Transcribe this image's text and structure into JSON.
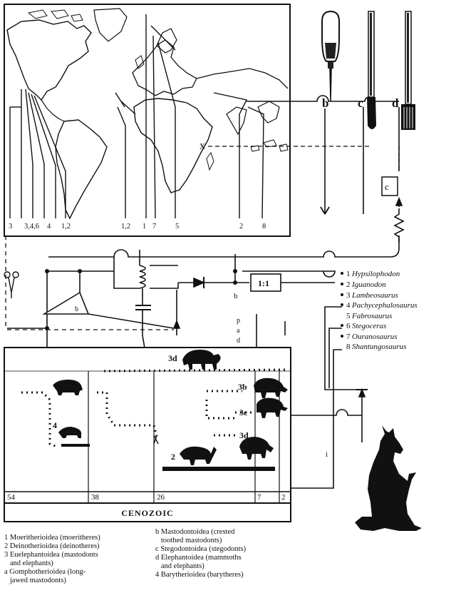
{
  "map": {
    "column_labels": [
      "3",
      "3,4,6",
      "4",
      "1,2",
      "1,2",
      "1",
      "7",
      "5",
      "2",
      "8"
    ],
    "cross_mark": "x"
  },
  "tools": {
    "labels": [
      "b",
      "c",
      "d"
    ]
  },
  "circuit": {
    "capacitor_label": "c",
    "transformer_label": "1:1",
    "triangle_label": "b",
    "b_label": "b",
    "p_label": "p",
    "a_label": "a",
    "d_label": "d",
    "i_label": "i"
  },
  "dinosaurs": [
    {
      "num": "1",
      "name": "Hypsilophodon"
    },
    {
      "num": "2",
      "name": "Iguanodon"
    },
    {
      "num": "3",
      "name": "Lambeosaurus"
    },
    {
      "num": "4",
      "name": "Pachycephalosaurus"
    },
    {
      "num": "5",
      "name": "Fabrosaurus"
    },
    {
      "num": "6",
      "name": "Stegoceras"
    },
    {
      "num": "7",
      "name": "Ouranosaurus"
    },
    {
      "num": "8",
      "name": "Shantungosaurus"
    }
  ],
  "timeline": {
    "ticks": [
      "54",
      "38",
      "26",
      "7",
      "2"
    ],
    "era": "CENOZOIC",
    "markers": [
      "3d",
      "3b",
      "3c",
      "3d",
      "4",
      "2"
    ]
  },
  "legend": {
    "left": [
      "1 Moeritherioidea (moeritheres)",
      "2 Deinotherioidea (deinotheres)",
      "3 Euelephantoidea (mastodonts",
      "   and elephants)",
      "a Gomphotherioidea (long-",
      "   jawed mastodonts)"
    ],
    "right": [
      "b Mastodontoidea (crested",
      "   toothed mastodonts)",
      "c Stegodontoidea (stegodonts)",
      "d Elephantoidea (mammoths",
      "   and elephants)",
      "4 Barytherioidea (barytheres)"
    ]
  }
}
